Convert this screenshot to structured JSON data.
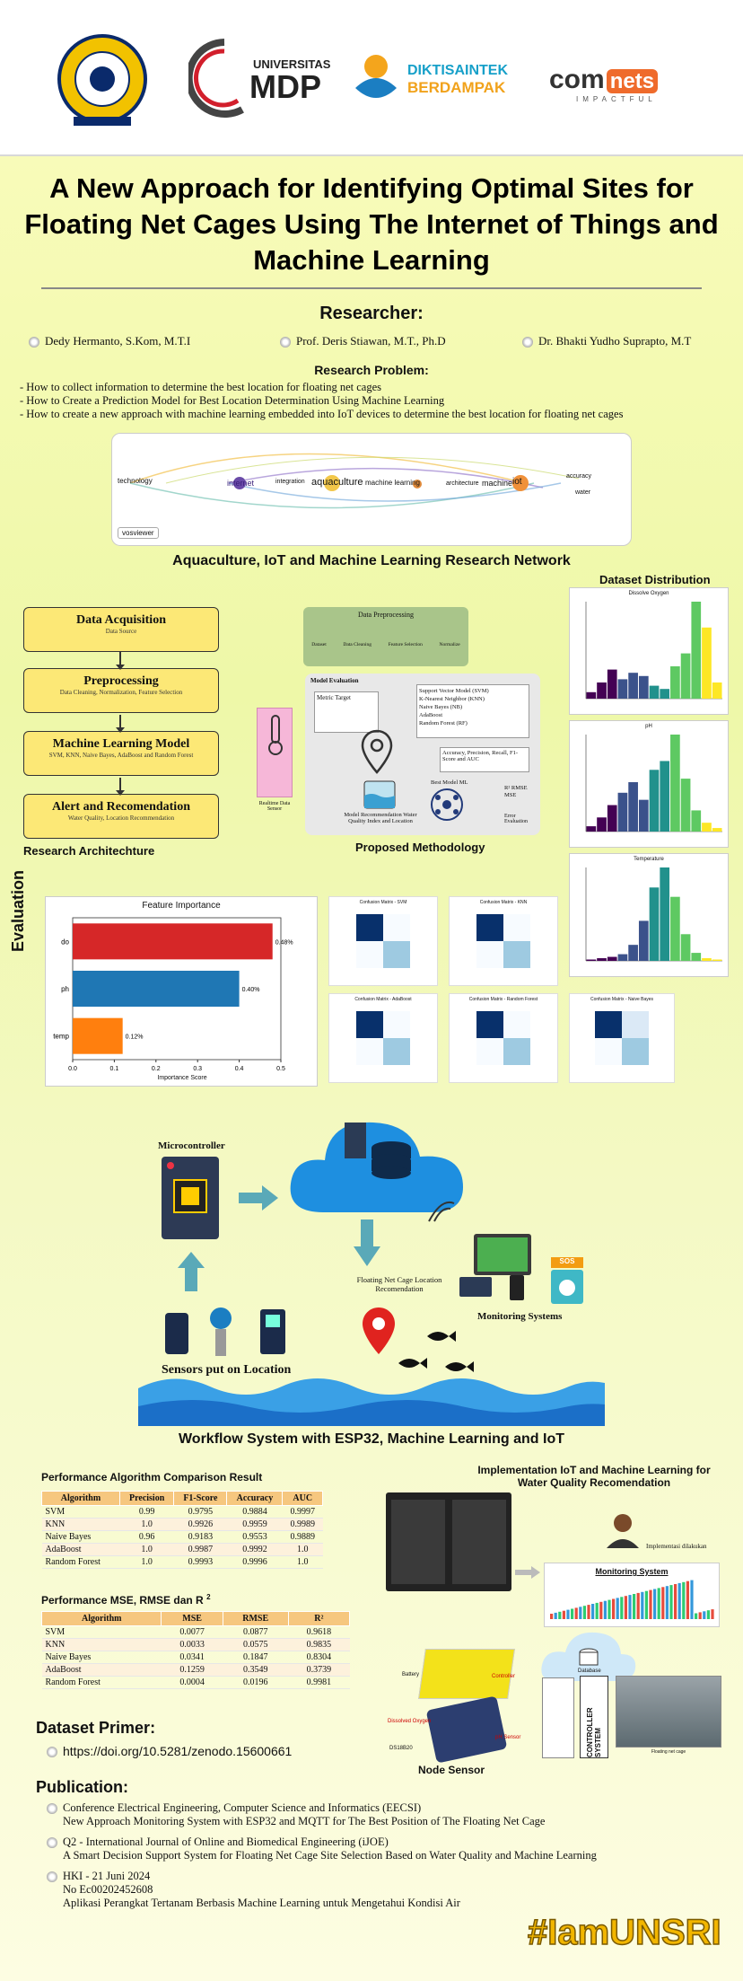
{
  "logos": {
    "mdp_line1": "UNIVERSITAS",
    "mdp_line2": "MDP",
    "dikti_line1": "DIKTISAINTEK",
    "dikti_line2": "BERDAMPAK",
    "comnets_a": "com",
    "comnets_b": "nets",
    "comnets_tag": "IMPACTFUL"
  },
  "title": "A New Approach for Identifying Optimal Sites for Floating Net Cages Using The Internet of Things and Machine Learning",
  "researcher": {
    "heading": "Researcher:",
    "names": [
      "Dedy Hermanto, S.Kom, M.T.I",
      "Prof. Deris Stiawan, M.T., Ph.D",
      "Dr. Bhakti Yudho Suprapto, M.T"
    ]
  },
  "problem": {
    "heading": "Research Problem:",
    "items": [
      "- How to collect information to determine the best location for floating net cages",
      "- How to Create a Prediction Model for Best Location Determination Using Machine Learning",
      "- How to create a new approach with machine learning embedded into IoT devices to determine the best location for floating net cages"
    ]
  },
  "network": {
    "nodes": [
      "technology",
      "internet",
      "integration",
      "aquaculture",
      "machine learning",
      "architecture",
      "machine",
      "iot",
      "accuracy",
      "water",
      "vosviewer"
    ],
    "caption": "Aquaculture, IoT and Machine Learning Research Network"
  },
  "architecture": {
    "caption": "Research Architechture",
    "boxes": [
      {
        "title": "Data Acquisition",
        "sub": "Data Source"
      },
      {
        "title": "Preprocessing",
        "sub": "Data Cleaning, Normalization, Feature Selection"
      },
      {
        "title": "Machine Learning Model",
        "sub": "SVM, KNN, Naive Bayes, AdaBoost and Random Forest"
      },
      {
        "title": "Alert and Recomendation",
        "sub": "Water Quality, Location Recommendation"
      }
    ]
  },
  "methodology": {
    "caption": "Proposed Methodology",
    "preproc_title": "Data Preprocessing",
    "steps": [
      "Dataset",
      "Data Cleaning",
      "Feature Selection",
      "Normalize"
    ],
    "eval_title": "Model Evaluation",
    "metric": "Metric Target",
    "models": [
      "Support Vector Model (SVM)",
      "K-Nearest Neighbor (KNN)",
      "Naive Bayes (NB)",
      "AdaBoost",
      "Random Forest (RF)"
    ],
    "acc": "Accuracy, Precision, Recall, F1-Score and AUC",
    "best": "Best Model ML",
    "errors": "R² RMSE MSE",
    "error_eval": "Error Evaluation",
    "sensor": "Realtime Data Sensor",
    "reco": "Model Recommendation Water Quality Index and Location"
  },
  "dataset_dist": {
    "heading": "Dataset Distribution",
    "charts": [
      {
        "title": "Dissolve Oxygen",
        "values": [
          2,
          5,
          9,
          6,
          8,
          7,
          4,
          3,
          10,
          14,
          30,
          22,
          5
        ]
      },
      {
        "title": "pH",
        "values": [
          3,
          8,
          15,
          22,
          28,
          18,
          35,
          40,
          55,
          30,
          12,
          5,
          2
        ]
      },
      {
        "title": "Temperature",
        "values": [
          1,
          2,
          3,
          5,
          12,
          30,
          55,
          70,
          48,
          20,
          6,
          2,
          1
        ]
      }
    ]
  },
  "evaluation": {
    "label": "Evaluation",
    "fi_title": "Feature Importance",
    "fi_xlabel": "Importance Score",
    "fi_ticks": [
      "0.0",
      "0.1",
      "0.2",
      "0.3",
      "0.4",
      "0.5"
    ],
    "bars": [
      {
        "name": "do",
        "value": 0.48,
        "label": "0.48%",
        "color": "#d62728"
      },
      {
        "name": "ph",
        "value": 0.4,
        "label": "0.40%",
        "color": "#1f77b4"
      },
      {
        "name": "temp",
        "value": 0.12,
        "label": "0.12%",
        "color": "#ff7f0e"
      }
    ],
    "cms": [
      "Confusion Matrix - SVM",
      "Confusion Matrix - KNN",
      "Confusion Matrix - AdaBoost",
      "Confusion Matrix - Random Forest",
      "Confusion Matrix - Naive Bayes"
    ]
  },
  "workflow": {
    "micro": "Microcontroller",
    "sensors": "Sensors put on Location",
    "floating": "Floating Net Cage Location Recomendation",
    "monitor": "Monitoring Systems",
    "sos": "SOS",
    "caption": "Workflow System with ESP32, Machine Learning and IoT"
  },
  "perf": {
    "heading": "Performance Algorithm Comparison Result",
    "cols": [
      "Algorithm",
      "Precision",
      "F1-Score",
      "Accuracy",
      "AUC"
    ],
    "rows": [
      [
        "SVM",
        "0.99",
        "0.9795",
        "0.9884",
        "0.9997"
      ],
      [
        "KNN",
        "1.0",
        "0.9926",
        "0.9959",
        "0.9989"
      ],
      [
        "Naive Bayes",
        "0.96",
        "0.9183",
        "0.9553",
        "0.9889"
      ],
      [
        "AdaBoost",
        "1.0",
        "0.9987",
        "0.9992",
        "1.0"
      ],
      [
        "Random Forest",
        "1.0",
        "0.9993",
        "0.9996",
        "1.0"
      ]
    ]
  },
  "mse": {
    "heading": "Performance MSE, RMSE dan R",
    "sup": "2",
    "cols": [
      "Algorithm",
      "MSE",
      "RMSE",
      "R²"
    ],
    "rows": [
      [
        "SVM",
        "0.0077",
        "0.0877",
        "0.9618"
      ],
      [
        "KNN",
        "0.0033",
        "0.0575",
        "0.9835"
      ],
      [
        "Naive Bayes",
        "0.0341",
        "0.1847",
        "0.8304"
      ],
      [
        "AdaBoost",
        "0.1259",
        "0.3549",
        "0.3739"
      ],
      [
        "Random Forest",
        "0.0004",
        "0.0196",
        "0.9981"
      ]
    ]
  },
  "implementation": {
    "heading": "Implementation IoT and Machine Learning for Water Quality Recomendation",
    "impl_text": "Implementasi dilakukan",
    "monitoring": "Monitoring System",
    "database": "Database",
    "controller": "CONTROLLER SYSTEM",
    "node": "Node Sensor",
    "labels": [
      "Battery",
      "Controller",
      "Dissolved Oxygen",
      "pH Sensor",
      "DS18B20"
    ],
    "photo_caption": "Floating net cage"
  },
  "primer": {
    "heading": "Dataset Primer:",
    "doi": "https://doi.org/10.5281/zenodo.15600661"
  },
  "publication": {
    "heading": "Publication:",
    "items": [
      {
        "l1": "Conference Electrical Engineering, Computer Science and Informatics (EECSI)",
        "l2": "New Approach Monitoring System with ESP32 and MQTT for The Best Position of The Floating Net Cage"
      },
      {
        "l1": "Q2 - International Journal of Online and Biomedical Engineering (iJOE)",
        "l2": "A Smart Decision Support System for Floating Net Cage Site Selection Based on Water Quality and Machine Learning"
      },
      {
        "l1": "HKI - 21 Juni 2024",
        "l2": "No Ec00202452608",
        "l3": "Aplikasi Perangkat Tertanam Berbasis Machine Learning untuk Mengetahui Kondisi Air"
      }
    ]
  },
  "hashtag": "#IamUNSRI"
}
